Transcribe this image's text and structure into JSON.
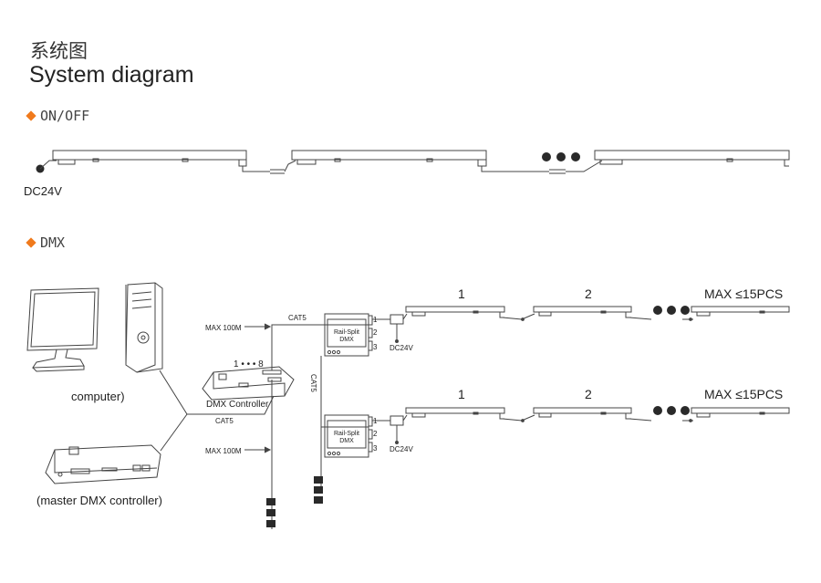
{
  "header": {
    "title_cn": "系统图",
    "title_en": "System diagram"
  },
  "sections": {
    "onoff_label": "ON/OFF",
    "dmx_label": "DMX"
  },
  "onoff": {
    "power_label": "DC24V"
  },
  "dmx": {
    "computer_label": "computer)",
    "master_label": "(master DMX controller)",
    "controller_label": "DMX Controller",
    "controller_ports": "1 • • • 8",
    "max_label_top": "MAX 100M",
    "max_label_bottom": "MAX 100M",
    "cat5_top": "CAT5",
    "cat5_mid": "CAT5",
    "cat5_controller": "CAT5",
    "rail_split_1": "Rail-Split",
    "rail_split_2": "DMX",
    "port_1": "1",
    "port_2": "2",
    "port_3": "3",
    "power_label": "DC24V",
    "bar_1": "1",
    "bar_2": "2",
    "max_pcs": "MAX ≤15PCS"
  },
  "colors": {
    "accent": "#f07a1c",
    "line": "#444444",
    "dot": "#2a2a2a"
  }
}
